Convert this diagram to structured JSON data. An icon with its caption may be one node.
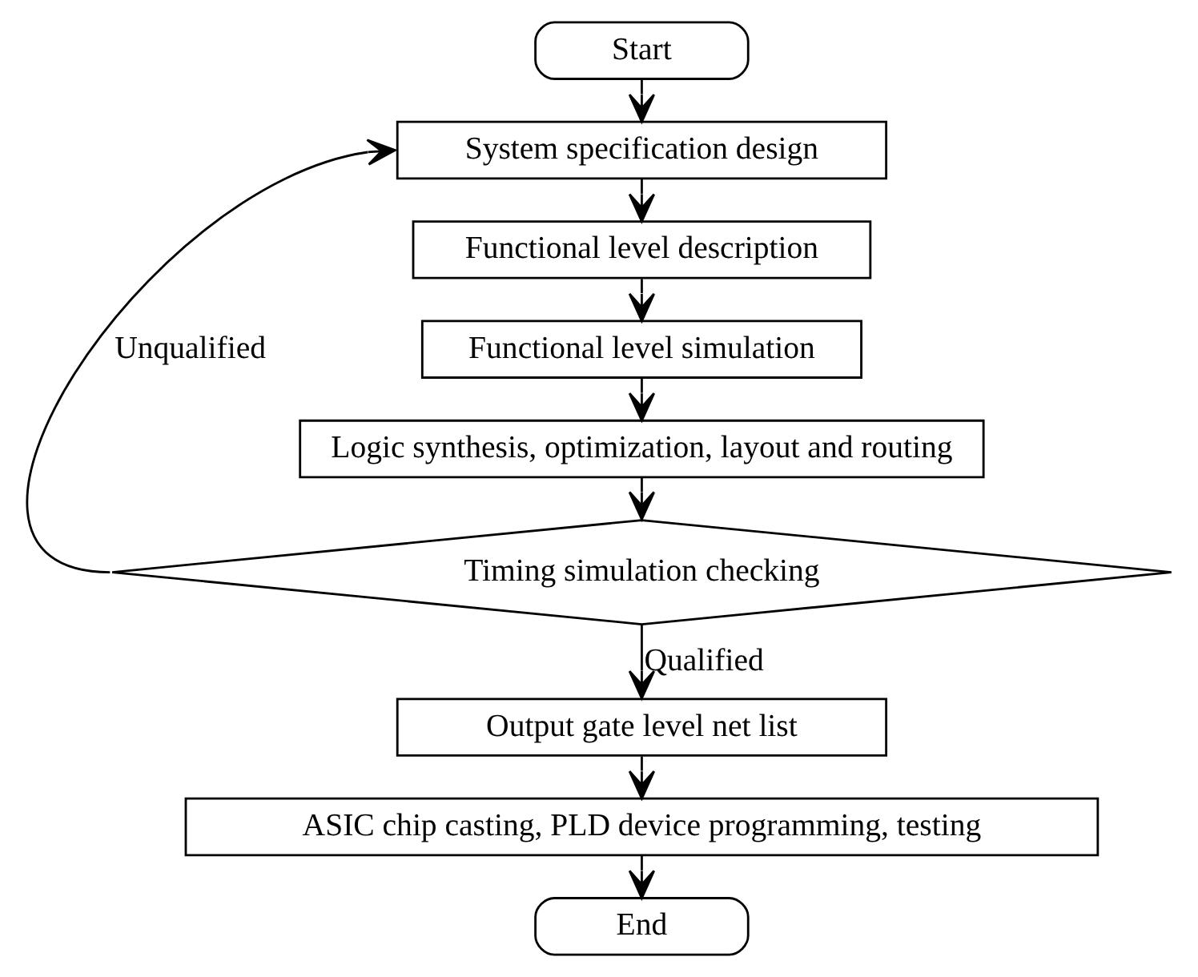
{
  "diagram": {
    "nodes": [
      {
        "text": [
          "Start"
        ]
      },
      {
        "text": [
          "System specification design"
        ]
      },
      {
        "text": [
          "Functional level description"
        ]
      },
      {
        "text": [
          "Functional level simulation"
        ]
      },
      {
        "text": [
          "Logic synthesis, optimization, layout and routing"
        ]
      },
      {
        "text": [
          "Timing simulation checking"
        ]
      },
      {
        "text": [
          "Output gate level net list"
        ]
      },
      {
        "text": [
          "ASIC chip casting, PLD device programming, testing"
        ]
      },
      {
        "text": [
          "End"
        ]
      }
    ],
    "edges": [
      {
        "from": 0,
        "to": 1,
        "arrow": "to"
      },
      {
        "from": 1,
        "to": 2,
        "arrow": "to"
      },
      {
        "from": 2,
        "to": 3,
        "arrow": "to"
      },
      {
        "from": 3,
        "to": 4,
        "arrow": "to"
      },
      {
        "from": 4,
        "to": 5,
        "arrow": "to"
      },
      {
        "from": 5,
        "to": 6,
        "label": "Qualified",
        "arrow": "to"
      },
      {
        "from": 5,
        "to": 1,
        "label": "Unqualified",
        "arrow": "to"
      },
      {
        "from": 6,
        "to": 7,
        "arrow": "to"
      },
      {
        "from": 7,
        "to": 8,
        "arrow": "to"
      }
    ]
  }
}
